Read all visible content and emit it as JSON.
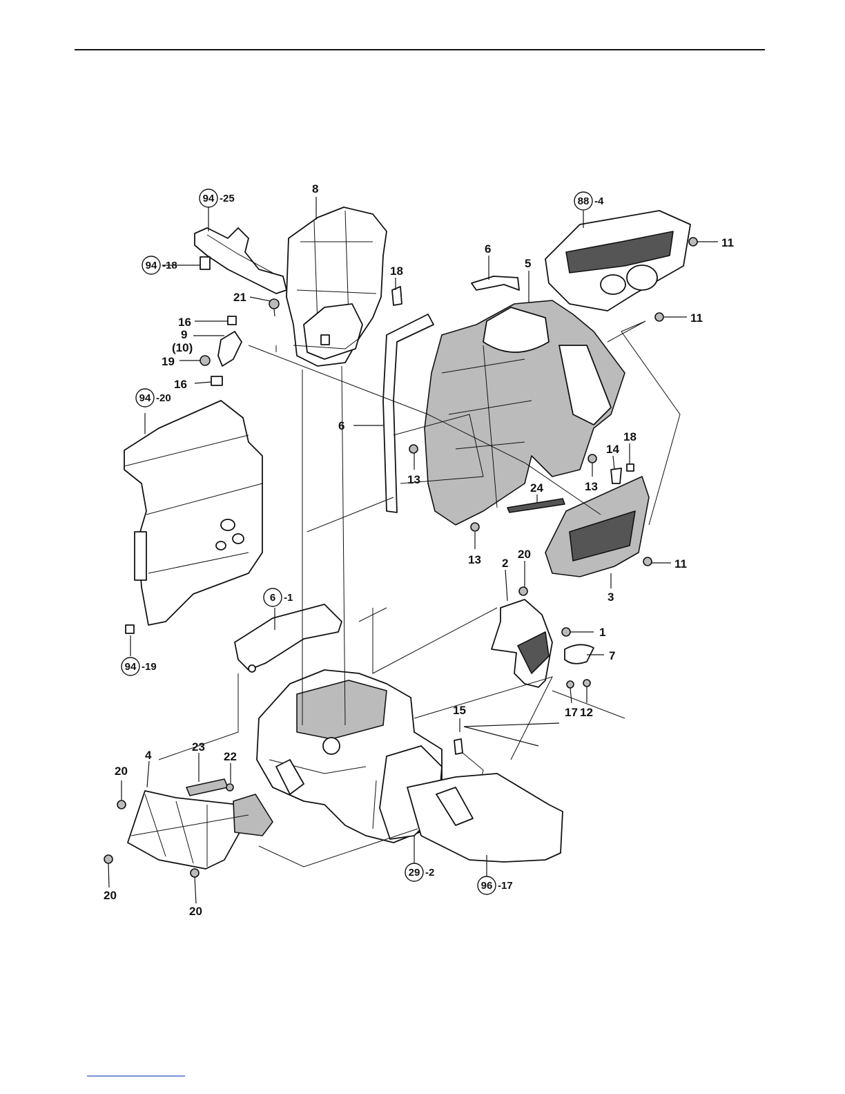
{
  "labels": {
    "p1": "1",
    "p2": "2",
    "p3": "3",
    "p4": "4",
    "p5": "5",
    "p6a": "6",
    "p6b": "6",
    "p7": "7",
    "p8": "8",
    "p9": "9",
    "p10": "(10)",
    "p11a": "11",
    "p11b": "11",
    "p11c": "11",
    "p12": "12",
    "p13a": "13",
    "p13b": "13",
    "p13c": "13",
    "p14": "14",
    "p15": "15",
    "p16a": "16",
    "p16b": "16",
    "p17": "17",
    "p18a": "18",
    "p18b": "18",
    "p19": "19",
    "p20a": "20",
    "p20b": "20",
    "p20c": "20",
    "p20d": "20",
    "p21": "21",
    "p22": "22",
    "p23": "23",
    "p24": "24"
  },
  "refs": {
    "r94_25": {
      "num": "94",
      "suffix": "-25"
    },
    "r94_18": {
      "num": "94",
      "suffix": "-18"
    },
    "r94_20": {
      "num": "94",
      "suffix": "-20"
    },
    "r94_19": {
      "num": "94",
      "suffix": "-19"
    },
    "r88_4": {
      "num": "88",
      "suffix": "-4"
    },
    "r6_1": {
      "num": "6",
      "suffix": "-1"
    },
    "r29_2": {
      "num": "29",
      "suffix": "-2"
    },
    "r96_17": {
      "num": "96",
      "suffix": "-17"
    }
  }
}
